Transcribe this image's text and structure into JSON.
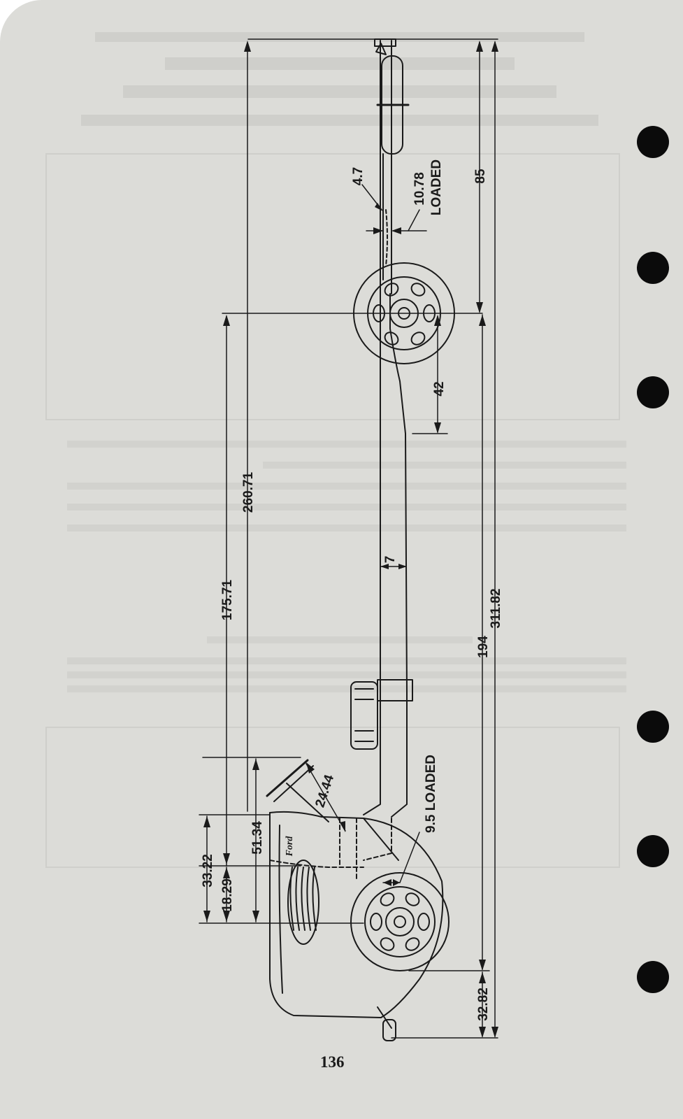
{
  "page_number": "136",
  "colors": {
    "paper": "#dcdcd8",
    "ink": "#1a1a1a",
    "bleed_through": "#c9c9c5",
    "punch_hole": "#0b0b0b"
  },
  "dimensions": {
    "d_4_7": "4.7",
    "d_10_78": "10.78",
    "loaded_1": "LOADED",
    "d_85": "85",
    "d_42": "42",
    "d_260_71": "260.71",
    "d_175_71": "175.71",
    "d_7": "7",
    "d_311_82": "311.82",
    "d_194": "194",
    "d_24_44": "24.44",
    "d_9_5_loaded": "9.5 LOADED",
    "d_51_34": "51.34",
    "d_33_22": "33.22",
    "d_18_29": "18.29",
    "d_32_82": "32.82"
  },
  "emblem_text": "Ford"
}
